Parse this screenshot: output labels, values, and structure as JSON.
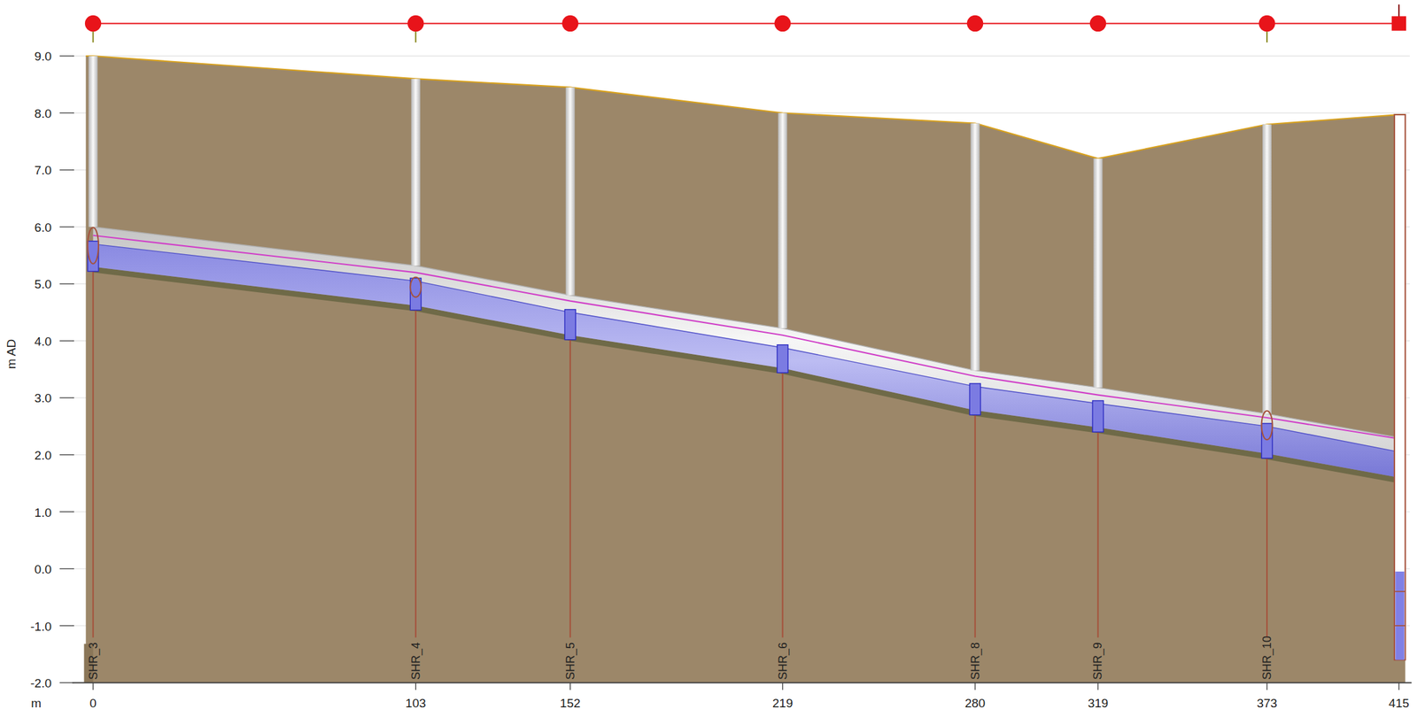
{
  "diagram": {
    "labels": [
      "9.0",
      "8.0",
      "7.0",
      "6.0",
      "5.0",
      "4.0",
      "3.0",
      "2.0",
      "1.0",
      "0.0",
      "-1.0",
      "-2.0",
      "m AD",
      "SHR_3",
      "SHR_4",
      "SHR_5",
      "SHR_6",
      "SHR_8",
      "SHR_9",
      "SHR_10",
      "m",
      "0",
      "103",
      "152",
      "219",
      "280",
      "319",
      "373",
      "415"
    ]
  }
}
